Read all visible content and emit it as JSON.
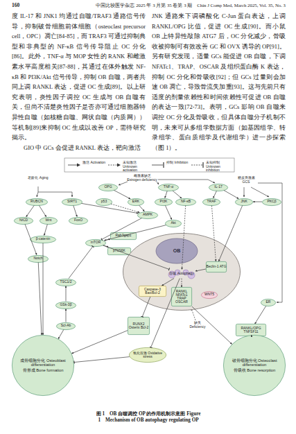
{
  "diagram": {
    "caption": "图 1　OB 自噬调控 OP 的作用机制示意图 Figure 1　Mechanism of OB autophagy regulating OP",
    "nodes": [
      {
        "text": [
          "OPG"
        ]
      },
      {
        "text": [
          "TNF-α"
        ]
      },
      {
        "text": [
          "IL-17"
        ]
      },
      {
        "text": [
          "RUBCN"
        ]
      },
      {
        "text": [
          "SIRT1"
        ]
      },
      {
        "text": [
          "p53"
        ]
      },
      {
        "text": [
          "ERK"
        ]
      },
      {
        "text": [
          "PI3K"
        ]
      },
      {
        "text": [
          "NF-κB"
        ]
      },
      {
        "text": [
          "TRAF"
        ]
      },
      {
        "text": [
          "JNK"
        ]
      },
      {
        "text": [
          "PKCβ"
        ]
      },
      {
        "text": [
          "NICD"
        ]
      },
      {
        "text": [
          "Wnt"
        ]
      },
      {
        "text": [
          "FoxO"
        ]
      },
      {
        "text": [
          "AMPK"
        ]
      },
      {
        "text": [
          "Akt"
        ]
      },
      {
        "text": [
          "β-catenin"
        ]
      },
      {
        "text": [
          "mTOR"
        ]
      },
      {
        "text": [
          "Rab3gap1"
        ]
      },
      {
        "text": [
          "Notch"
        ]
      },
      {
        "text": [
          "p70S6K"
        ]
      },
      {
        "text": [
          "OB"
        ]
      },
      {
        "text": [
          "自噬 Autophagy"
        ],
        "in": 22
      },
      {
        "text": [
          "Beclin-1 ATG"
        ],
        "in": 22
      },
      {
        "text": [
          "TSC1/2"
        ]
      },
      {
        "text": [
          "Caspase-3 Bax/Bcl-2"
        ],
        "in": 22
      },
      {
        "text": [
          "RANKL NFATc1 TRAP OSCAR"
        ],
        "in": 22
      },
      {
        "text": [
          "WNT5"
        ],
        "in": 22
      },
      {
        "text": [
          "GSk-3β"
        ]
      },
      {
        "text": [
          "Scl-Ab"
        ]
      },
      {
        "text": [
          "RUNX2 Osterix Bcl-2"
        ]
      },
      {
        "text": [
          "ER"
        ]
      },
      {
        "text": [
          "RANKL/OPG TNFSF11"
        ]
      },
      {
        "text": [
          "氧化应激 Oxidative stress"
        ]
      },
      {
        "text": [
          "成骨细胞分化 Osteoblast differentiation",
          "骨形成 Bone formation"
        ]
      },
      {
        "text": [
          "破骨细胞分化 Osteoclast differentiation",
          "骨吸收 Bone resorption"
        ]
      }
    ],
    "edges": [
      {
        "from": 0,
        "to": 6,
        "arrow": "to"
      },
      {
        "from": 1,
        "to": 7,
        "arrow": "to"
      },
      {
        "from": 1,
        "to": 8,
        "arrow": "to"
      },
      {
        "from": 2,
        "to": 9,
        "arrow": "to"
      },
      {
        "from": 2,
        "to": 10,
        "arrow": "to"
      },
      {
        "from": 11,
        "to": 10,
        "arrow": "to"
      },
      {
        "from": 3,
        "to": 12,
        "arrow": "to"
      },
      {
        "from": 3,
        "to": 13,
        "arrow": "to"
      },
      {
        "from": 12,
        "to": 20,
        "arrow": "to"
      },
      {
        "from": 13,
        "to": 17,
        "arrow": "to"
      },
      {
        "from": 4,
        "to": 14,
        "arrow": "to"
      },
      {
        "from": 4,
        "to": 15,
        "arrow": "to"
      },
      {
        "from": 5,
        "to": 15,
        "arrow": "to"
      },
      {
        "from": 6,
        "to": 15,
        "arrow": "to"
      },
      {
        "from": 7,
        "to": 16,
        "arrow": "to"
      },
      {
        "from": 16,
        "to": 18,
        "arrow": "to"
      },
      {
        "from": 15,
        "to": 18,
        "arrow": "to"
      },
      {
        "from": 18,
        "to": 19,
        "arrow": "to"
      },
      {
        "from": 18,
        "to": 21,
        "arrow": "to"
      },
      {
        "from": 18,
        "to": 23,
        "arrow": "to"
      },
      {
        "from": 25,
        "to": 18,
        "arrow": "to"
      },
      {
        "from": 29,
        "to": 25,
        "arrow": "to"
      },
      {
        "from": 30,
        "to": 29,
        "arrow": "to"
      },
      {
        "from": 17,
        "to": 35,
        "arrow": "to"
      },
      {
        "from": 20,
        "to": 35,
        "arrow": "to"
      },
      {
        "from": 8,
        "to": 23,
        "arrow": "to"
      },
      {
        "from": 10,
        "to": 24,
        "arrow": "to"
      },
      {
        "from": 24,
        "to": 23,
        "arrow": "to"
      },
      {
        "from": 23,
        "to": 27,
        "arrow": "to"
      },
      {
        "from": 23,
        "to": 26,
        "arrow": "to"
      },
      {
        "from": 26,
        "to": 31,
        "arrow": "to"
      },
      {
        "from": 31,
        "to": 35,
        "arrow": "to"
      },
      {
        "from": 27,
        "to": 36,
        "arrow": "to"
      },
      {
        "from": 32,
        "to": 33,
        "arrow": "to"
      },
      {
        "from": 33,
        "to": 36,
        "arrow": "to"
      },
      {
        "from": 34,
        "to": 35,
        "arrow": "to"
      },
      {
        "from": 23,
        "to": 34,
        "arrow": "to"
      },
      {
        "from": 30,
        "to": 35,
        "arrow": "to"
      },
      {
        "from": 9,
        "to": 24,
        "arrow": "to"
      }
    ],
    "labels": [
      "160",
      "中国比较医学杂志 2025 年 3 月第 35 卷第 3 期　Chin J Comp Med, March 2025, Vol. 35, No. 3",
      "度 IL-17 和 JNK1 均通过自噬/TRAF3 通路信号传导，抑制破骨细胞前体细胞（osteoclast precursor cell，OPC）凋亡[84-85]，而 TRAF3 可通过抑制典型和非典型的 NF-κB 信号传导阻止 OC 分化[86]。此外，TNF-α 与 MOP 女性的 RANK 和雌激素水平高度相关[87-88]，其通过在体外触发 NF-κB 和 PI3K/Akt 信号传导，抑制 OB 自噬，两者共同上调 RANKL 表达，促进 OC 生成[89]。以上研究表明，炎性因子调控 OC 生成与 OB 自噬有关，但尚不清楚炎性因子是否亦可通过细胞器特异性自噬（如核糖自噬、网状自噬（内质网））等机制[89]来抑制 OC 生成以改善 OP，需待研究揭示。",
      "GIO 中 GCs 会促进 RANKL 表达，靶向激活",
      "JNK 通路来下调磷酸化 C-Jun 蛋白表达，上调 RANKL/OPG 比值，促进 OC 生成[90]。而小鼠 OB 上特异性敲除 ATG7 后，OC 分化减少，骨吸收被抑制可有效改善 GC 和 OVX 诱导的 OP[91]。另有研究发现，适量 GCs 能促进 OB 自噬，下调 NFATc1、TRAP、OSCAR 及组织蛋白酶 K 表达，抑制 OC 分化和骨吸收[92]；但 GCs 过量则会加速 OB 凋亡，导致骨流失加重[93]。这与先前只有适度的剂量依赖性和时间依赖性可促进 OB 自噬的表达一致[72-73]。表明，GCs 影响 OB 自噬来调控 OC 分化及骨吸收，但具体自噬分子机制不明，未来可从多组学数据方面（如基因组学、转录组学、蛋白质组学及代谢组学）进一步探索（图 1）。",
      "老龄化 Aging",
      "雌激素缺乏 Estrogen deficiency",
      "糖皮质激素 GCS",
      "缺失 Deficiency"
    ],
    "legend": [
      {
        "text": "激活 Activation"
      },
      {
        "text": "未知激活 Unknown activation"
      },
      {
        "text": "抑制 Inhibition"
      },
      {
        "text": "未知抑制 Unknown inhibition"
      }
    ]
  }
}
